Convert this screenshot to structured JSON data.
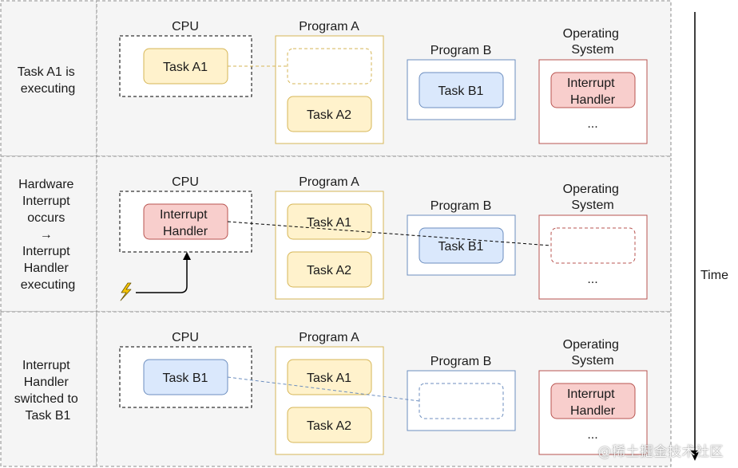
{
  "colors": {
    "panel_bg": "#f5f5f5",
    "panel_border": "#8c8c8c",
    "yellow_fill": "#fff2cc",
    "yellow_stroke": "#d6b656",
    "blue_fill": "#dae8fc",
    "blue_stroke": "#6c8ebf",
    "red_fill": "#f8cecc",
    "red_stroke": "#b85450",
    "lightning": "#f5c400",
    "black": "#000000"
  },
  "icons": {
    "interrupt_signal": "lightning-bolt-icon"
  },
  "time_axis": {
    "label": "Time"
  },
  "rows": [
    {
      "description": [
        "Task A1 is",
        "executing"
      ],
      "cpu": {
        "title": "CPU",
        "task": "Task A1"
      },
      "program_a": {
        "title": "Program A",
        "slot1": "",
        "slot2": "Task A2"
      },
      "program_b": {
        "title": "Program B",
        "slot1": "Task B1"
      },
      "os": {
        "title": [
          "Operating",
          "System"
        ],
        "slot1": [
          "Interrupt",
          "Handler"
        ],
        "ellipsis": "..."
      }
    },
    {
      "description": [
        "Hardware",
        "Interrupt",
        "occurs",
        "→",
        "Interrupt",
        "Handler",
        "executing"
      ],
      "cpu": {
        "title": "CPU",
        "task": [
          "Interrupt",
          "Handler"
        ]
      },
      "program_a": {
        "title": "Program A",
        "slot1": "Task A1",
        "slot2": "Task A2"
      },
      "program_b": {
        "title": "Program B",
        "slot1": "Task B1"
      },
      "os": {
        "title": [
          "Operating",
          "System"
        ],
        "slot1": "",
        "ellipsis": "..."
      }
    },
    {
      "description": [
        "Interrupt",
        "Handler",
        "switched to",
        "Task B1"
      ],
      "cpu": {
        "title": "CPU",
        "task": "Task B1"
      },
      "program_a": {
        "title": "Program A",
        "slot1": "Task A1",
        "slot2": "Task A2"
      },
      "program_b": {
        "title": "Program B",
        "slot1": ""
      },
      "os": {
        "title": [
          "Operating",
          "System"
        ],
        "slot1": [
          "Interrupt",
          "Handler"
        ],
        "ellipsis": "..."
      }
    }
  ],
  "watermark": "@稀土掘金技术社区"
}
